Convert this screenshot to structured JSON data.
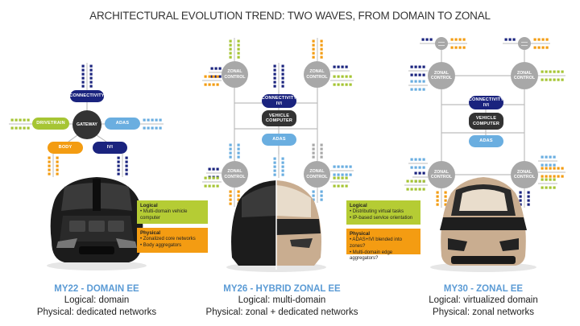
{
  "title": "ARCHITECTURAL EVOLUTION TREND: TWO WAVES, FROM DOMAIN TO ZONAL",
  "colors": {
    "navy": "#1a237e",
    "light_blue": "#6aaee0",
    "lime": "#a6c534",
    "orange": "#f39c12",
    "dark": "#333333",
    "grey": "#a8a8a8",
    "heading_blue": "#5b9bd5"
  },
  "domain_diagram": {
    "gateway": "GATEWAY",
    "connectivity": "CONNECTIVITY",
    "drivetrain": "DRIVETRAIN",
    "adas": "ADAS",
    "body": "BODY",
    "ivi": "IVI"
  },
  "hybrid_diagram": {
    "zonal_control": "ZONAL CONTROL",
    "connectivity_ivi": "CONNECTIVITY IVI",
    "vehicle_computer": "VEHICLE COMPUTER",
    "adas": "ADAS"
  },
  "zonal_diagram": {
    "zonal_control": "ZONAL CONTROL",
    "connectivity_ivi": "CONNECTIVITY IVI",
    "vehicle_computer": "VEHICLE COMPUTER",
    "adas": "ADAS"
  },
  "notes": {
    "my26": {
      "logical_title": "Logical",
      "logical_items": [
        "• Multi-domain vehicle computer"
      ],
      "physical_title": "Physical",
      "physical_items": [
        "• Zonalized core networks",
        "• Body aggregators"
      ]
    },
    "my30": {
      "logical_title": "Logical",
      "logical_items": [
        "• Distributing virtual tasks",
        "• IP-based service orientation"
      ],
      "physical_title": "Physical",
      "physical_items": [
        "• ADAS+IVI blended into zones?",
        "• Multi-domain edge aggregators?"
      ]
    }
  },
  "captions": [
    {
      "heading": "MY22 - DOMAIN EE",
      "logical": "Logical: domain",
      "physical": "Physical: dedicated networks"
    },
    {
      "heading": "MY26 - HYBRID ZONAL EE",
      "logical": "Logical: multi-domain",
      "physical": "Physical: zonal + dedicated networks"
    },
    {
      "heading": "MY30 - ZONAL EE",
      "logical": "Logical: virtualized domain",
      "physical": "Physical: zonal networks"
    }
  ]
}
